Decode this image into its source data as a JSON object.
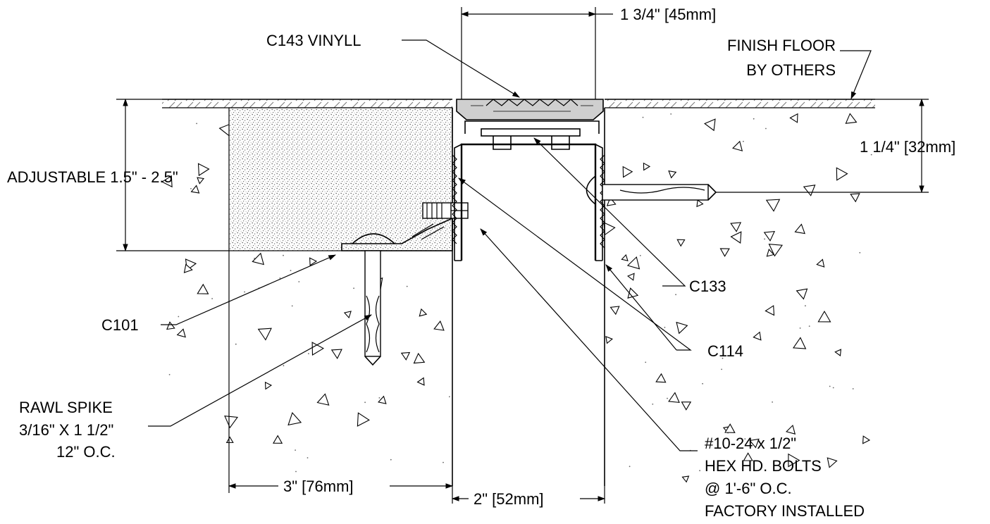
{
  "labels": {
    "top_width": "1 3/4\" [45mm]",
    "vinyl": "C143 VINYLL",
    "finish_floor_1": "FINISH FLOOR",
    "finish_floor_2": "BY OTHERS",
    "depth_right": "1 1/4\" [32mm]",
    "adjustable": "ADJUSTABLE 1.5\" - 2.5\"",
    "c133": "C133",
    "c101": "C101",
    "c114": "C114",
    "rawl_1": "RAWL SPIKE",
    "rawl_2": "3/16\" X 1 1/2\"",
    "rawl_3": "12\" O.C.",
    "bolt_1": "#10-24  x 1/2\"",
    "bolt_2": "HEX HD. BOLTS",
    "bolt_3": "@ 1'-6\" O.C.",
    "bolt_4": "FACTORY INSTALLED",
    "width_left": "3\" [76mm]",
    "width_gap": "2\" [52mm]"
  }
}
